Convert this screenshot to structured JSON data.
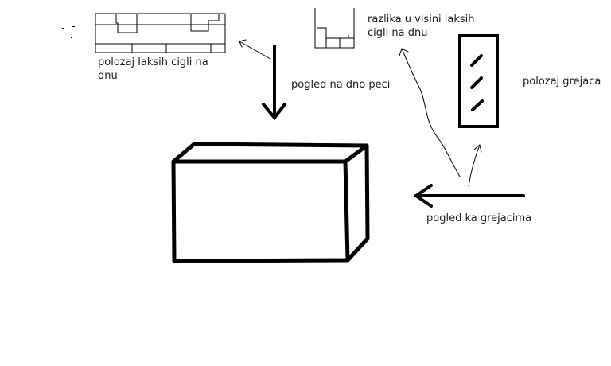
{
  "labels": {
    "bottom_bricks": [
      "polozaj laksih cigli na",
      "dnu"
    ],
    "height_difference": [
      "razlika u visini laksih",
      "cigli na dnu"
    ],
    "view_bottom": "pogled na dno peci",
    "heater_position": "polozaj grejaca",
    "view_heaters": "pogled ka grejacima"
  },
  "colors": {
    "ink": "#000000",
    "text": "#1a1a1a",
    "background": "#ffffff"
  }
}
